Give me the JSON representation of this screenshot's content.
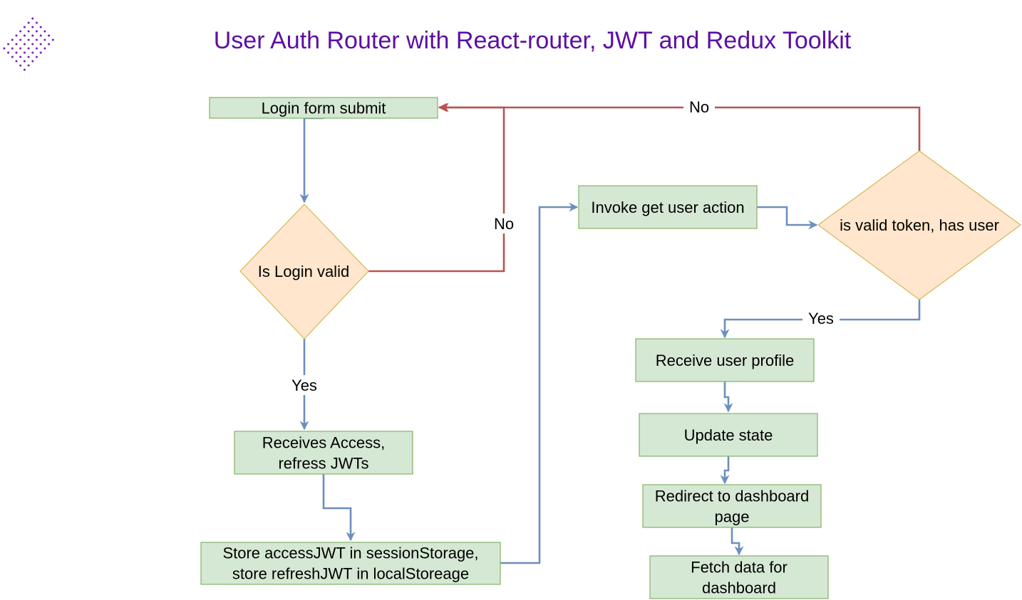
{
  "title": "User Auth Router with React-router, JWT and Redux Toolkit",
  "colors": {
    "title": "#5b0fa3",
    "process_fill": "#d5e8d4",
    "process_stroke": "#82b366",
    "decision_fill": "#ffe6cc",
    "decision_stroke": "#d6b656",
    "yes_edge": "#6c8ebf",
    "no_edge": "#b85450",
    "logo_dots": "#7a1fb5"
  },
  "logo": {
    "icon": "dotted-diamond-logo-icon"
  },
  "nodes": {
    "login_form_submit": {
      "lines": [
        "Login form submit"
      ]
    },
    "is_login_valid": {
      "lines": [
        "Is Login valid"
      ]
    },
    "receives_jwts": {
      "lines": [
        "Receives Access,",
        "refress JWTs"
      ]
    },
    "store_jwts": {
      "lines": [
        "Store accessJWT in sessionStorage,",
        "store refreshJWT in localStoreage"
      ]
    },
    "invoke_get_user": {
      "lines": [
        "Invoke get user action"
      ]
    },
    "is_valid_token": {
      "lines": [
        "is valid token, has user"
      ]
    },
    "receive_user_profile": {
      "lines": [
        "Receive user profile"
      ]
    },
    "update_state": {
      "lines": [
        "Update state"
      ]
    },
    "redirect_dashboard": {
      "lines": [
        "Redirect to dashboard",
        "page"
      ]
    },
    "fetch_dashboard_data": {
      "lines": [
        "Fetch data for",
        "dashboard"
      ]
    }
  },
  "edges": {
    "login_valid_yes": "Yes",
    "login_valid_no": "No",
    "token_valid_yes": "Yes",
    "token_valid_no": "No"
  }
}
